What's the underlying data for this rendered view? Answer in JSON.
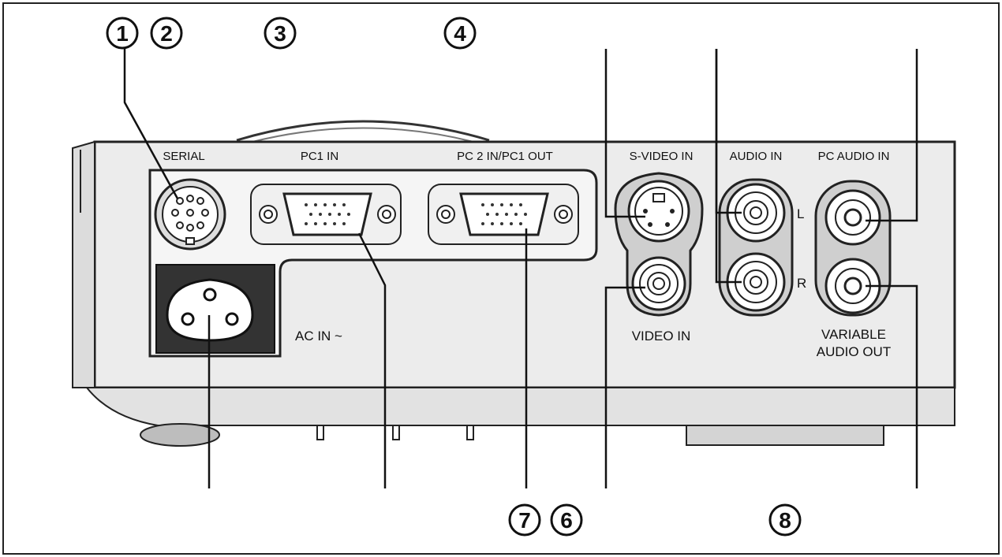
{
  "labels": {
    "serial": "SERIAL",
    "pc1_in": "PC1 IN",
    "pc2_in_pc1_out": "PC 2 IN/PC1 OUT",
    "s_video_in": "S-VIDEO IN",
    "audio_in": "AUDIO IN",
    "pc_audio_in": "PC AUDIO IN",
    "audio_left": "L",
    "audio_right": "R",
    "video_in": "VIDEO IN",
    "ac_in": "AC IN ~",
    "variable_audio_out_line1": "VARIABLE",
    "variable_audio_out_line2": "AUDIO OUT"
  },
  "callouts": {
    "c1": "1",
    "c2": "2",
    "c3": "3",
    "c4": "4",
    "c6": "6",
    "c7": "7",
    "c8": "8"
  }
}
